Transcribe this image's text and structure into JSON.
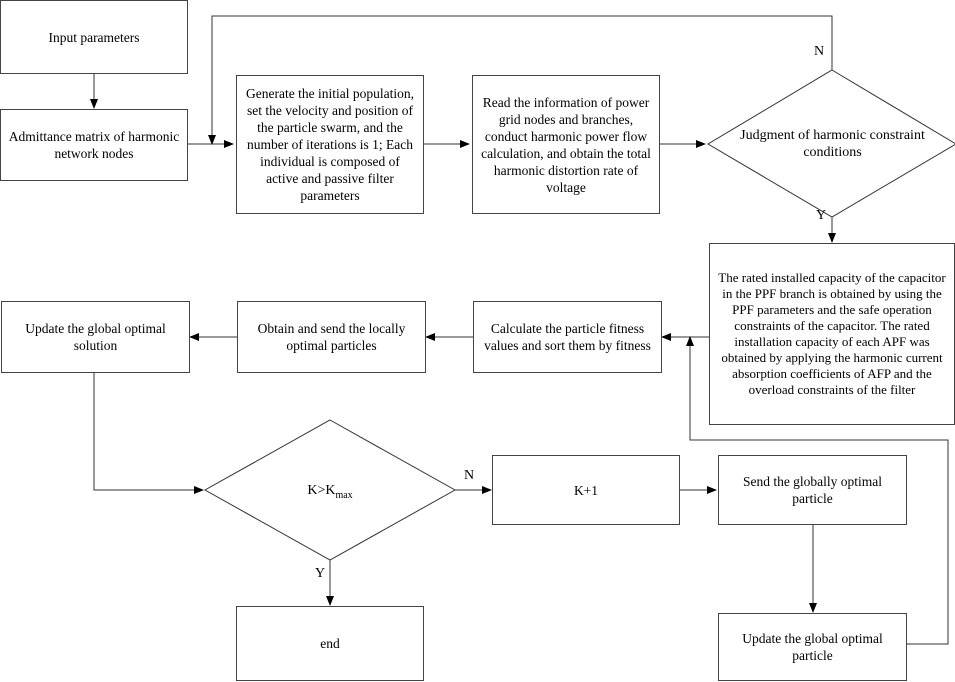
{
  "nodes": {
    "input_parameters": "Input parameters",
    "admittance_matrix": "Admittance matrix of harmonic network nodes",
    "generate_population": "Generate the initial population, set the velocity and position of the particle swarm, and the number of iterations is 1; Each individual is composed of active and passive filter parameters",
    "read_information": "Read the information of power grid nodes and branches, conduct harmonic power flow calculation, and obtain the total harmonic distortion rate of voltage",
    "judgment": "Judgment of harmonic constraint conditions",
    "rated_capacity": "The rated installed capacity of the capacitor in the PPF branch is obtained by using the PPF parameters and the safe operation constraints of the capacitor. The rated installation capacity of each APF was obtained by applying the harmonic current absorption coefficients of AFP and the overload constraints of the filter",
    "calculate_fitness": "Calculate the particle fitness values and sort them by fitness",
    "obtain_local": "Obtain and send the locally optimal particles",
    "update_global_solution": "Update the global optimal solution",
    "k_compare": "K>K",
    "k_compare_sub": "max",
    "k_plus_one": "K+1",
    "send_global": "Send the globally optimal particle",
    "update_global_particle": "Update the global optimal particle",
    "end": "end"
  },
  "edge_labels": {
    "judgment_no": "N",
    "judgment_yes": "Y",
    "k_no": "N",
    "k_yes": "Y"
  }
}
